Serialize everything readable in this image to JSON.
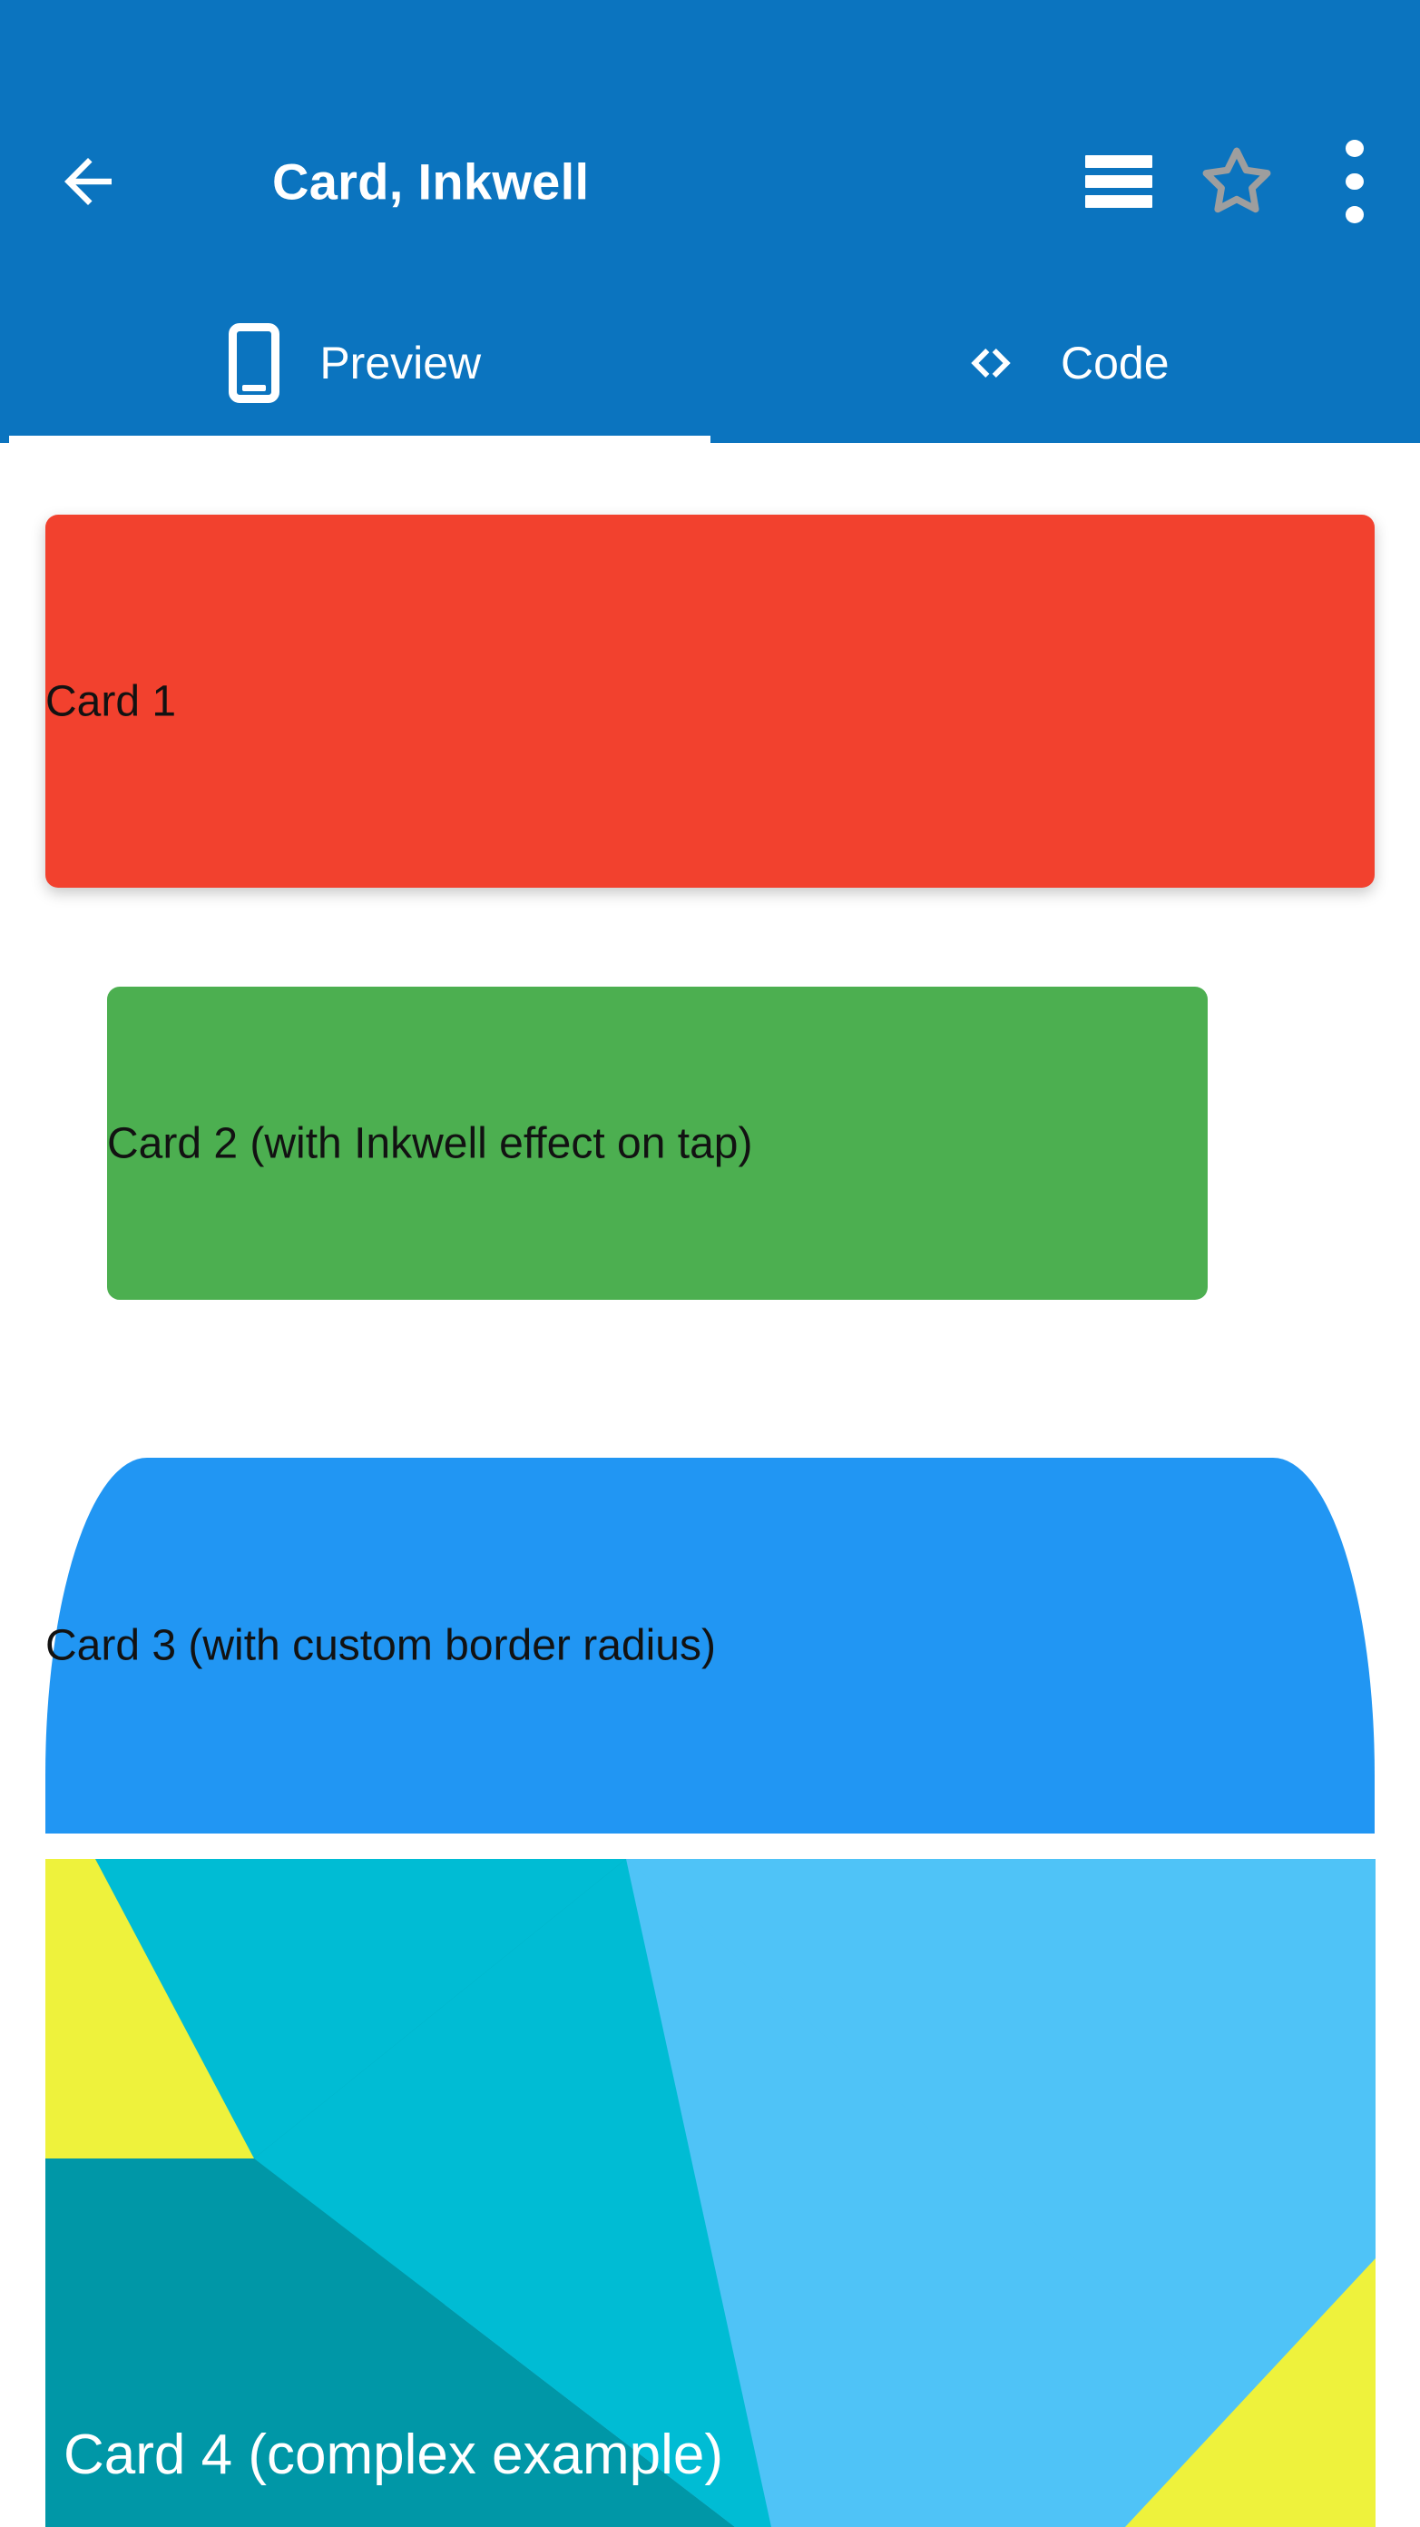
{
  "appbar": {
    "title": "Card, Inkwell",
    "back_icon": "back-arrow-icon",
    "menu_icon": "hamburger-menu-icon",
    "favorite_icon": "star-outline-icon",
    "overflow_icon": "overflow-menu-icon",
    "background_color": "#0b74bf",
    "title_color": "#ffffff",
    "star_color": "#9e9e9e"
  },
  "tabs": [
    {
      "label": "Preview",
      "icon": "phone-icon",
      "active": true
    },
    {
      "label": "Code",
      "icon": "code-brackets-icon",
      "active": false
    }
  ],
  "cards": [
    {
      "label": "Card 1",
      "color": "#f2412e",
      "text_color": "#121212",
      "shadow": true,
      "radius": "14px"
    },
    {
      "label": "Card 2 (with Inkwell effect on tap)",
      "color": "#4caf50",
      "text_color": "#121212",
      "shadow": false,
      "radius": "14px"
    },
    {
      "label": "Card 3 (with custom border radius)",
      "color": "#2196f3",
      "text_color": "#121212",
      "shadow": false,
      "radius": "112px 112px 0 0 / 350px 350px 0 0"
    },
    {
      "label": "Card 4 (complex example)",
      "color": "#4fc3f7",
      "text_color": "#ffffff",
      "shadow": false,
      "radius": "0",
      "art_colors": {
        "yellow": "#eef23c",
        "cyan": "#00bcd4",
        "teal": "#0097a7",
        "light_blue": "#4fc3f7"
      }
    }
  ],
  "page_background": "#ffffff"
}
